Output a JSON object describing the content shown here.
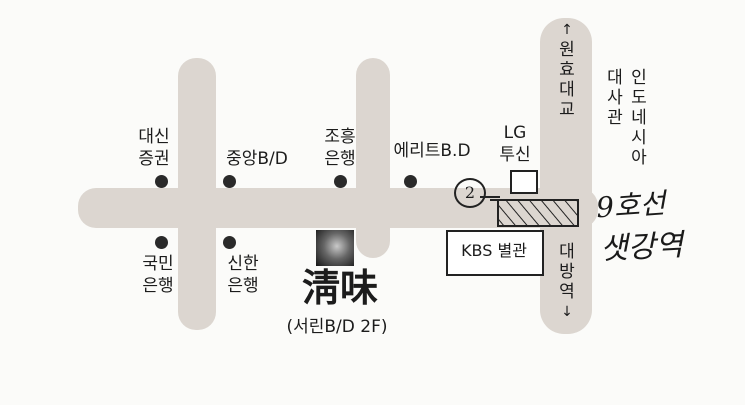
{
  "labels": {
    "daeshin": [
      "대신",
      "증권"
    ],
    "jungang": "중앙B/D",
    "johung": [
      "조흥",
      "은행"
    ],
    "elite": "에리트B.D",
    "lg": [
      "LG",
      "투신"
    ],
    "kookmin": [
      "국민",
      "은행"
    ],
    "shinhan": [
      "신한",
      "은행"
    ],
    "restaurant_name": "淸味",
    "restaurant_sub": "(서린B/D 2F)",
    "kbs": "KBS 별관",
    "exit_no": "2"
  },
  "vertical_labels": {
    "wonhyo": [
      "원",
      "효",
      "대",
      "교"
    ],
    "daebang": [
      "대",
      "방",
      "역"
    ],
    "embassy_col1": [
      "대",
      "사",
      "관"
    ],
    "embassy_col2": [
      "인",
      "도",
      "네",
      "시",
      "아"
    ]
  },
  "handwritten": {
    "line1": "9호선",
    "line2": "샛강역"
  },
  "arrows": {
    "up": "↑",
    "down": "↓"
  },
  "colors": {
    "road": "#dcd6d0",
    "dot": "#2a2a2a",
    "ink": "#1c1c1c"
  }
}
